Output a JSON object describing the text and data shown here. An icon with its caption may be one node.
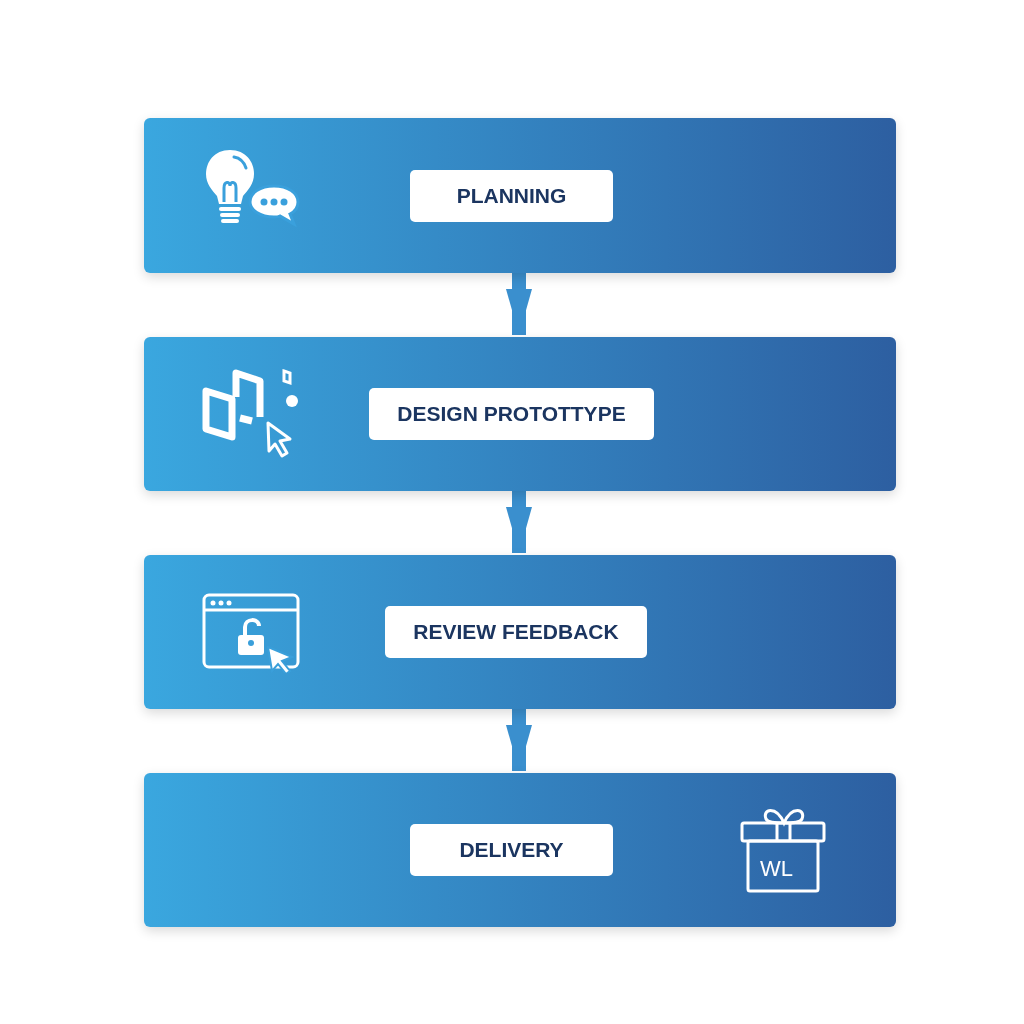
{
  "diagram": {
    "nodes": [
      {
        "text": [
          "PLANNING"
        ]
      },
      {
        "text": [
          "DESIGN PROTOTTYPE"
        ]
      },
      {
        "text": [
          "REVIEW FEEDBACK"
        ]
      },
      {
        "text": [
          "DELIVERY"
        ]
      }
    ],
    "edges": [
      {
        "from": 0,
        "to": 1,
        "arrow": "to"
      },
      {
        "from": 1,
        "to": 2,
        "arrow": "to"
      },
      {
        "from": 2,
        "to": 3,
        "arrow": "to"
      }
    ],
    "labels": [
      "WL"
    ]
  }
}
